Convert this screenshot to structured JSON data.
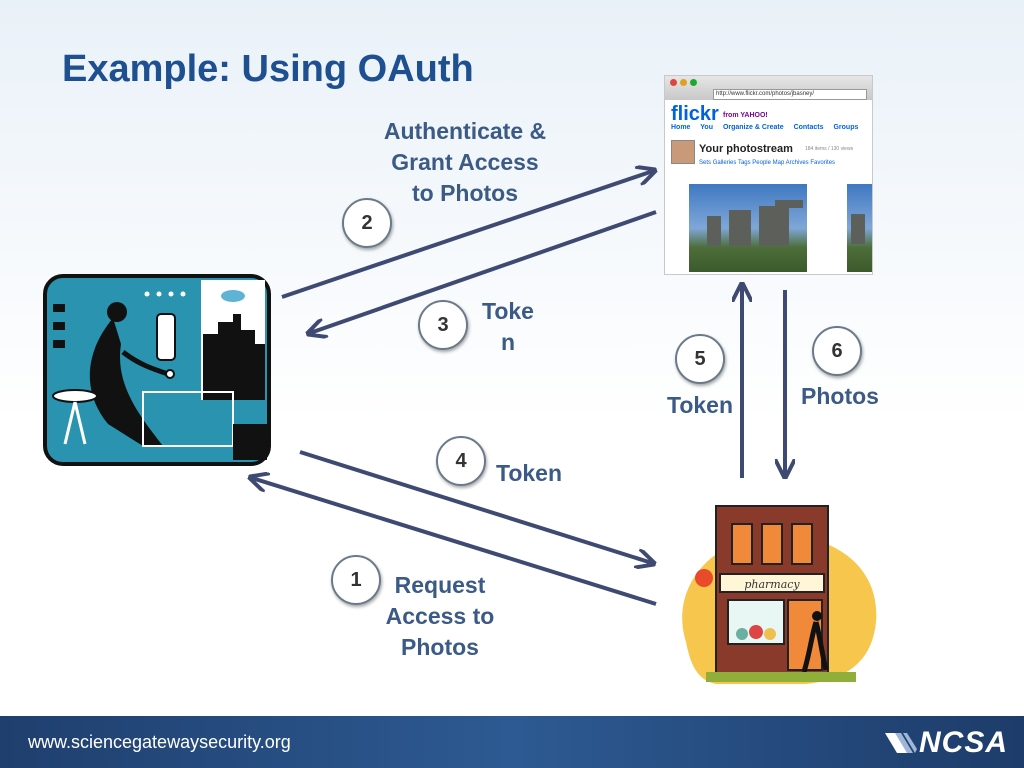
{
  "slide": {
    "title": "Example: Using OAuth",
    "footer_url": "www.sciencegatewaysecurity.org",
    "logo_text": "NCSA"
  },
  "steps": [
    {
      "number": "1",
      "label": "Request\nAccess to\nPhotos"
    },
    {
      "number": "2",
      "label": "Authenticate &\nGrant Access\nto Photos"
    },
    {
      "number": "3",
      "label": "Toke\nn"
    },
    {
      "number": "4",
      "label": "Token"
    },
    {
      "number": "5",
      "label": "Token"
    },
    {
      "number": "6",
      "label": "Photos"
    }
  ],
  "browser": {
    "url": "http://www.flickr.com/photos/jbasney/",
    "brand": "flickr",
    "brand_suffix": "from YAHOO!",
    "nav": [
      "Home",
      "You",
      "Organize & Create",
      "Contacts",
      "Groups"
    ],
    "stream_title": "Your photostream",
    "stream_meta": "184 items / 130 views",
    "stream_nav": [
      "Sets",
      "Galleries",
      "Tags",
      "People",
      "Map",
      "Archives",
      "Favorites"
    ]
  },
  "pharmacy_sign": "pharmacy",
  "colors": {
    "title": "#1d4f91",
    "labels": "#3b5b86",
    "arrows": "#3f4a73",
    "footer": "#2d5a92"
  }
}
